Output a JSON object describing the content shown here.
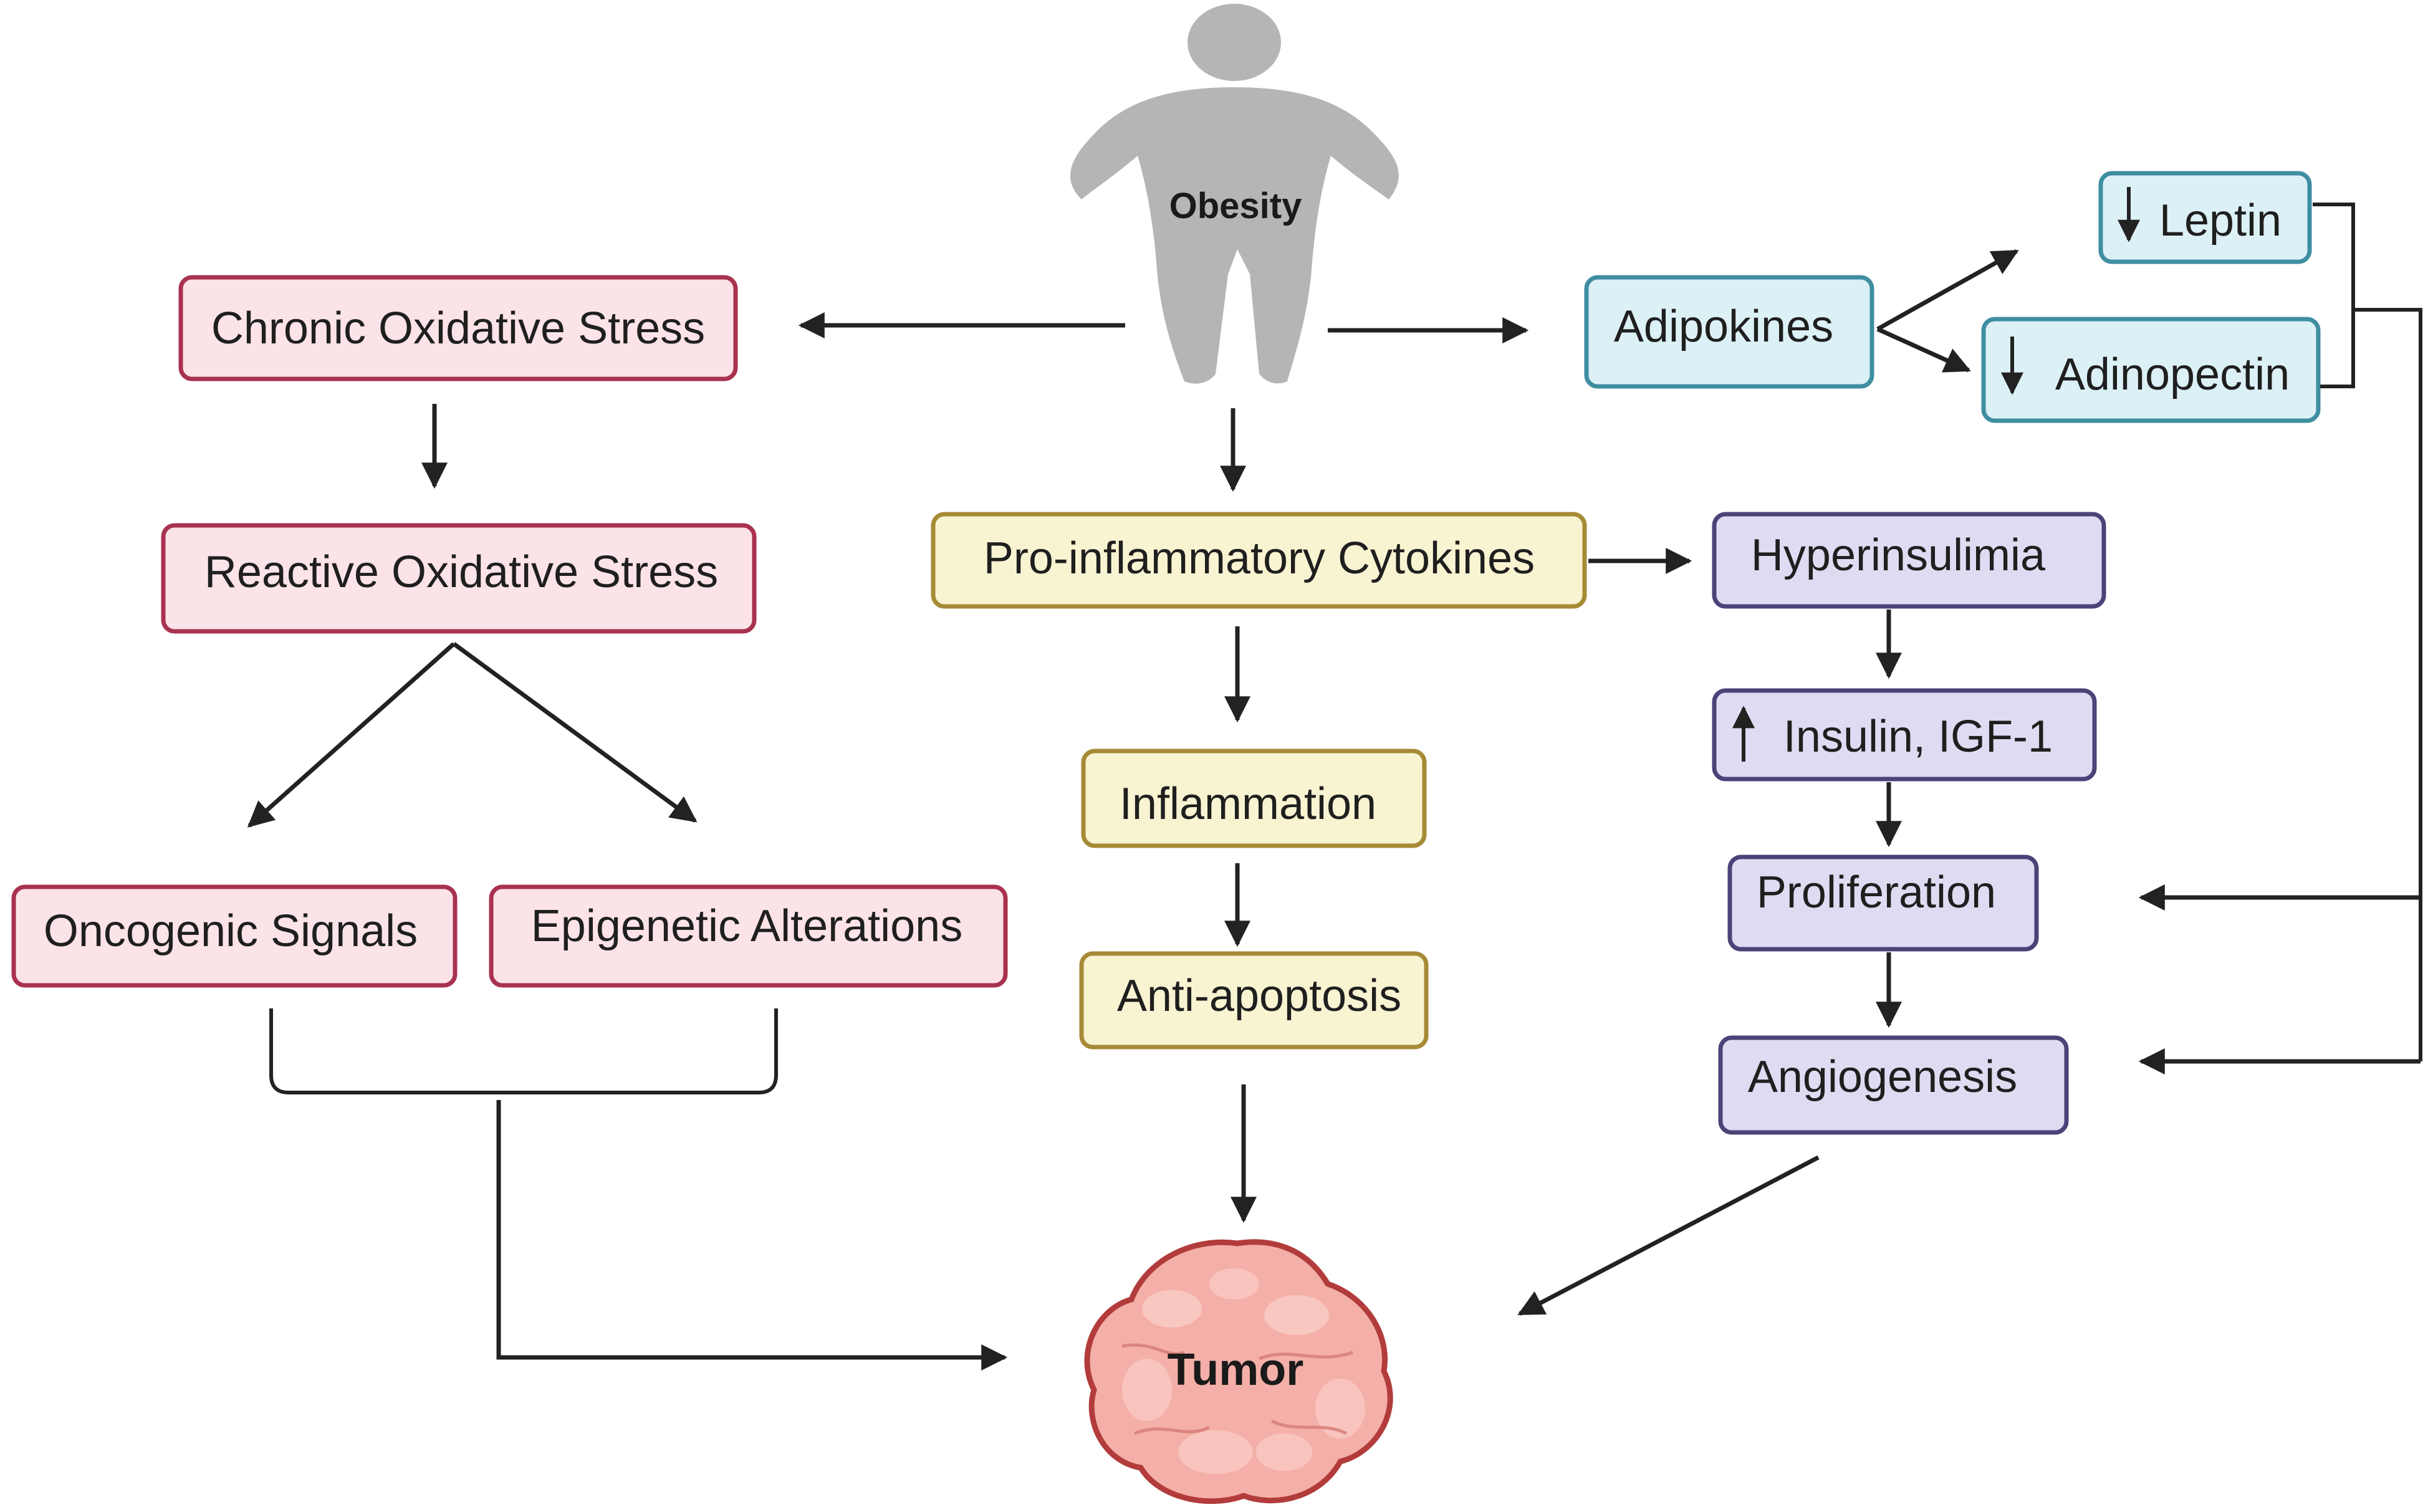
{
  "diagram": {
    "central": {
      "obesity": "Obesity",
      "tumor": "Tumor"
    },
    "left_branch": {
      "chronic_oxidative_stress": "Chronic Oxidative Stress",
      "reactive_oxidative_stress": "Reactive Oxidative Stress",
      "oncogenic_signals": "Oncogenic Signals",
      "epigenetic_alterations": "Epigenetic Alterations"
    },
    "middle_branch": {
      "pro_inflammatory_cytokines": "Pro-inflammatory Cytokines",
      "inflammation": "Inflammation",
      "anti_apoptosis": "Anti-apoptosis"
    },
    "right_branch": {
      "adipokines": "Adipokines",
      "leptin": "Leptin",
      "adinopectin": "Adinopectin",
      "hyperinsulimia": "Hyperinsulimia",
      "insulin_igf1": "Insulin, IGF-1",
      "proliferation": "Proliferation",
      "angiogenesis": "Angiogenesis"
    }
  },
  "colors": {
    "red_fill": "#fbe3e8",
    "red_stroke": "#a8324f",
    "yellow_fill": "#f8f4d2",
    "yellow_stroke": "#a68a36",
    "blue_fill": "#dcf1f6",
    "blue_stroke": "#3f8ea1",
    "purple_fill": "#dedcf2",
    "purple_stroke": "#4b4378",
    "silhouette": "#b5b5b5",
    "tumor_fill": "#f4b0a8",
    "tumor_stroke": "#b23c3b",
    "arrow": "#222222"
  },
  "icons": {
    "person": "obesity-silhouette-icon",
    "tumor": "tumor-cell-icon",
    "down_arrow": "down-arrow-icon",
    "up_arrow": "up-arrow-icon"
  }
}
